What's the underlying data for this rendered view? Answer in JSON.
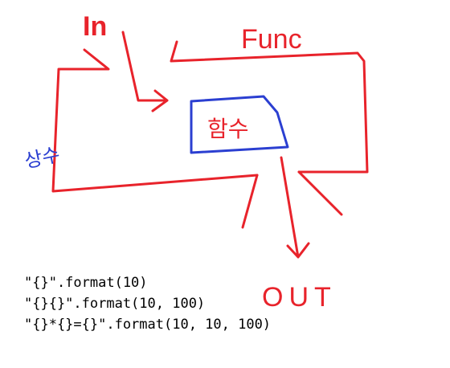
{
  "labels": {
    "input": "In",
    "func": "Func",
    "function_korean": "함수",
    "variable_korean": "상수",
    "output": "OUT"
  },
  "code_lines": [
    "\"{}\".format(10)",
    "\"{}{}\".format(10, 100)",
    "\"{}*{}={}\".format(10, 10, 100)"
  ],
  "colors": {
    "red": "#e8232b",
    "blue": "#2b3fd1",
    "text": "#000000"
  }
}
